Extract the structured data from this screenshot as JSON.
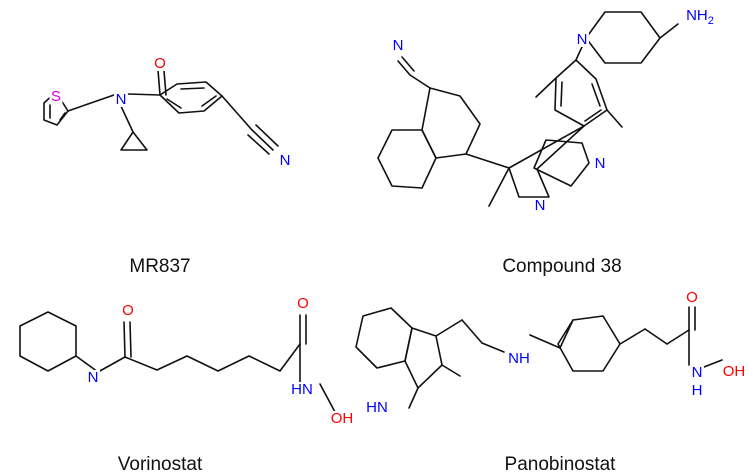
{
  "colors": {
    "bond": "#111111",
    "N": "#0000ff",
    "O": "#ff0000",
    "S": "#e000e0"
  },
  "captions": {
    "mr837": "MR837",
    "compound38": "Compound 38",
    "vorinostat": "Vorinostat",
    "panobinostat": "Panobinostat"
  },
  "atoms": {
    "mr837": {
      "S": "S",
      "N": "N",
      "O": "O",
      "nitrile_N": "N"
    },
    "compound38": {
      "nitrile_N": "N",
      "imidazole_N": "N",
      "imidazole_N_methyl": "N",
      "piperidine_N": "N",
      "amine": "NH2"
    },
    "vorinostat": {
      "amide_NH": "N",
      "amide_O": "O",
      "hydroxamate_O": "O",
      "hydroxamate_NH": "HN",
      "hydroxyl": "OH"
    },
    "panobinostat": {
      "indole_NH": "HN",
      "amine_NH": "NH",
      "carbonyl_O": "O",
      "hydroxamate_N": "N",
      "hydroxyl": "OH",
      "hydroxamate_H": "H"
    }
  }
}
